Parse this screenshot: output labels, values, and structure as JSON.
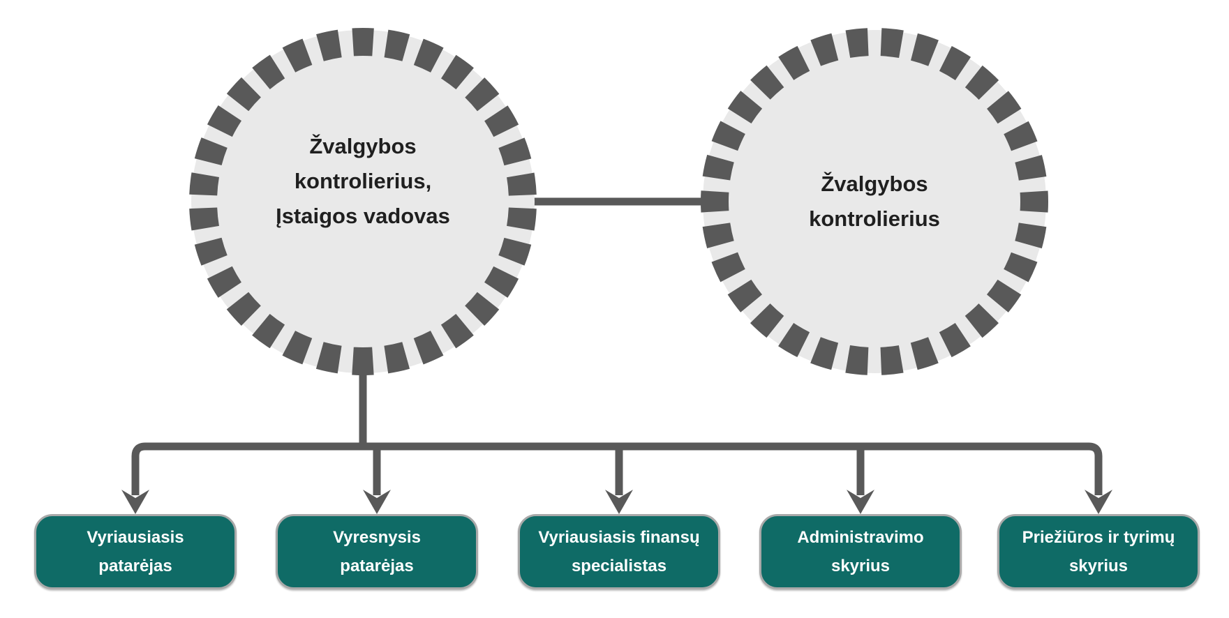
{
  "colors": {
    "background": "#ffffff",
    "circle_fill": "#e9e9e9",
    "dashes_and_lines": "#595959",
    "box_fill": "#0f6b66",
    "box_border": "#a9a9a9",
    "circle_text": "#1f1f1f",
    "box_text": "#ffffff"
  },
  "org_chart": {
    "top_nodes": [
      {
        "id": "root",
        "label": "Žvalgybos\nkontrolierius,\nĮstaigos vadovas"
      },
      {
        "id": "peer",
        "label": "Žvalgybos\nkontrolierius"
      }
    ],
    "subordinates": [
      {
        "label": "Vyriausiasis\npatarėjas"
      },
      {
        "label": "Vyresnysis\npatarėjas"
      },
      {
        "label": "Vyriausiasis finansų\nspecialistas"
      },
      {
        "label": "Administravimo\nskyrius"
      },
      {
        "label": "Priežiūros ir tyrimų\nskyrius"
      }
    ]
  }
}
